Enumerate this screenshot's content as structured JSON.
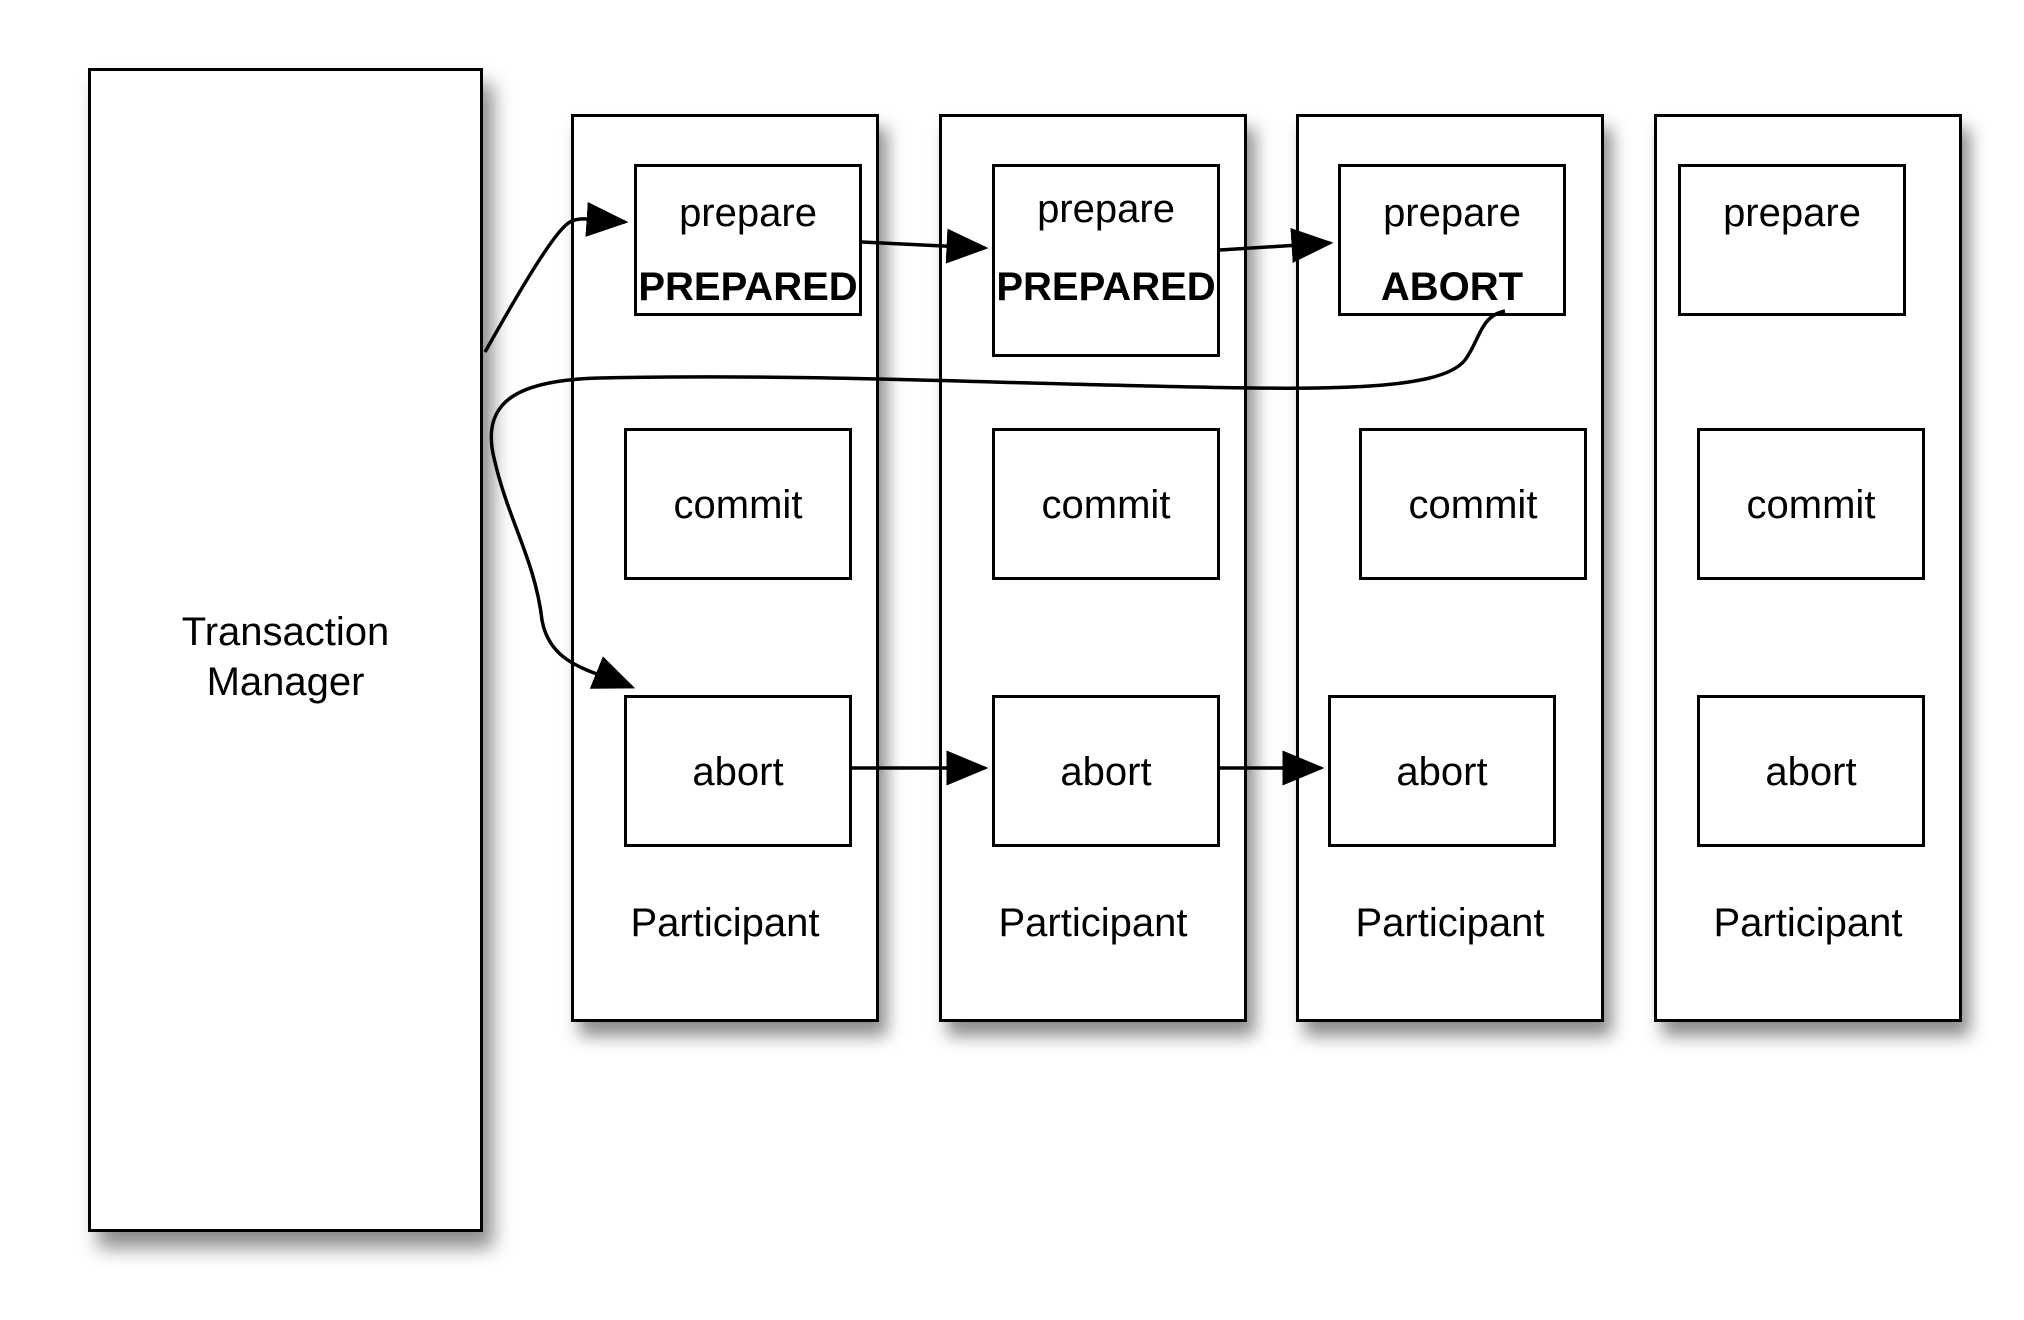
{
  "transaction_manager": {
    "label": "Transaction\nManager"
  },
  "participants": [
    {
      "label": "Participant",
      "prepare": {
        "label": "prepare",
        "state": "PREPARED"
      },
      "commit": {
        "label": "commit"
      },
      "abort": {
        "label": "abort"
      }
    },
    {
      "label": "Participant",
      "prepare": {
        "label": "prepare",
        "state": "PREPARED"
      },
      "commit": {
        "label": "commit"
      },
      "abort": {
        "label": "abort"
      }
    },
    {
      "label": "Participant",
      "prepare": {
        "label": "prepare",
        "state": "ABORT"
      },
      "commit": {
        "label": "commit"
      },
      "abort": {
        "label": "abort"
      }
    },
    {
      "label": "Participant",
      "prepare": {
        "label": "prepare"
      },
      "commit": {
        "label": "commit"
      },
      "abort": {
        "label": "abort"
      }
    }
  ],
  "colors": {
    "stroke": "#000000",
    "background": "#ffffff"
  }
}
